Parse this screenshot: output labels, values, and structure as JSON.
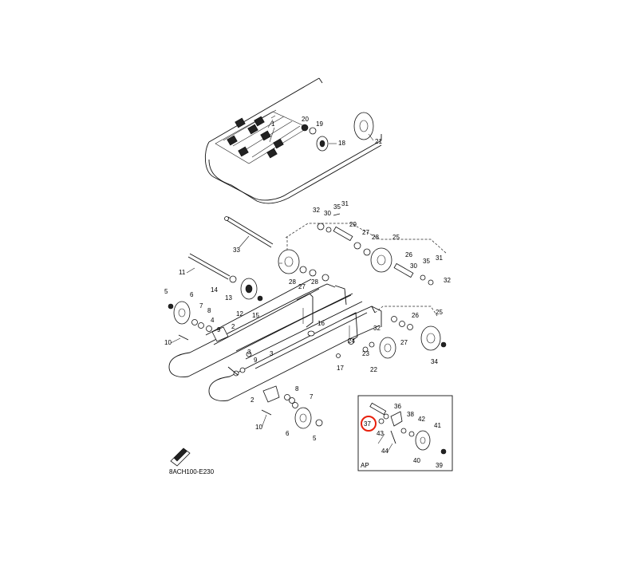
{
  "figure": {
    "code": "8ACH100-E230",
    "box_label": "AP",
    "highlighted_part": "37",
    "highlight_color": "#e8200c"
  },
  "callouts": [
    "1",
    "20",
    "19",
    "18",
    "21",
    "32",
    "30",
    "35",
    "31",
    "29",
    "33",
    "27",
    "28",
    "25",
    "26",
    "35",
    "31",
    "11",
    "14",
    "13",
    "12",
    "15",
    "5",
    "6",
    "7",
    "8",
    "2",
    "4",
    "9",
    "10",
    "3",
    "16",
    "24",
    "23",
    "22",
    "17",
    "26",
    "27",
    "32",
    "25",
    "34",
    "28",
    "27",
    "28",
    "30",
    "32",
    "3",
    "9",
    "2",
    "8",
    "10",
    "7",
    "6",
    "5",
    "36",
    "37",
    "38",
    "42",
    "43",
    "41",
    "44",
    "40",
    "39"
  ]
}
